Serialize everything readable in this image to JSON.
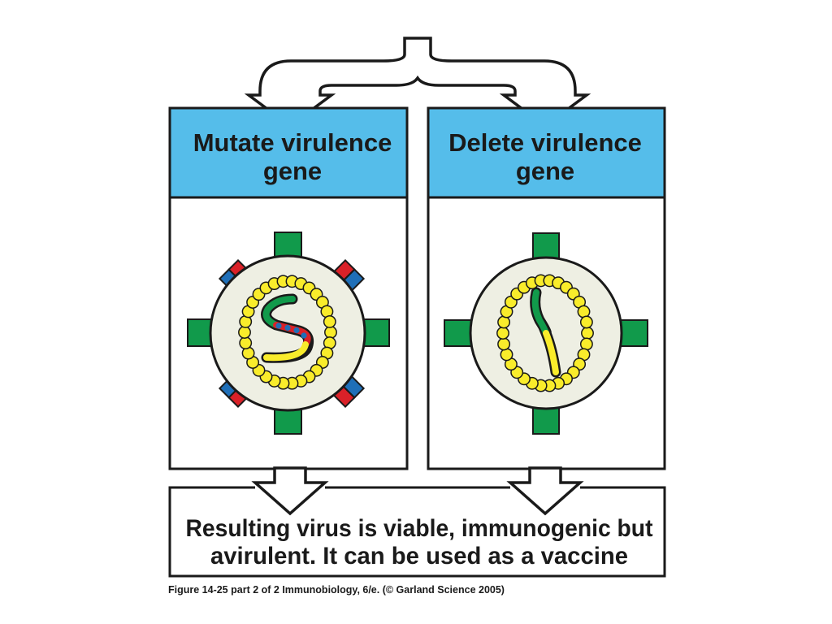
{
  "panels": [
    {
      "title_line1": "Mutate virulence",
      "title_line2": "gene"
    },
    {
      "title_line1": "Delete virulence",
      "title_line2": "gene"
    }
  ],
  "result": {
    "line1": "Resulting virus is  viable, immunogenic but",
    "line2": "avirulent. It can be  used as a vaccine"
  },
  "caption": "Figure 14-25 part 2 of 2  Immunobiology, 6/e. (© Garland Science 2005)",
  "colors": {
    "header_blue": "#55bdea",
    "spike_green": "#119a4b",
    "bead_yellow": "#f9ec2b",
    "virion_fill": "#eeefe3",
    "mutant_red": "#da2128",
    "mutant_blue": "#1f6fb8",
    "outline": "#1a1a1a"
  }
}
